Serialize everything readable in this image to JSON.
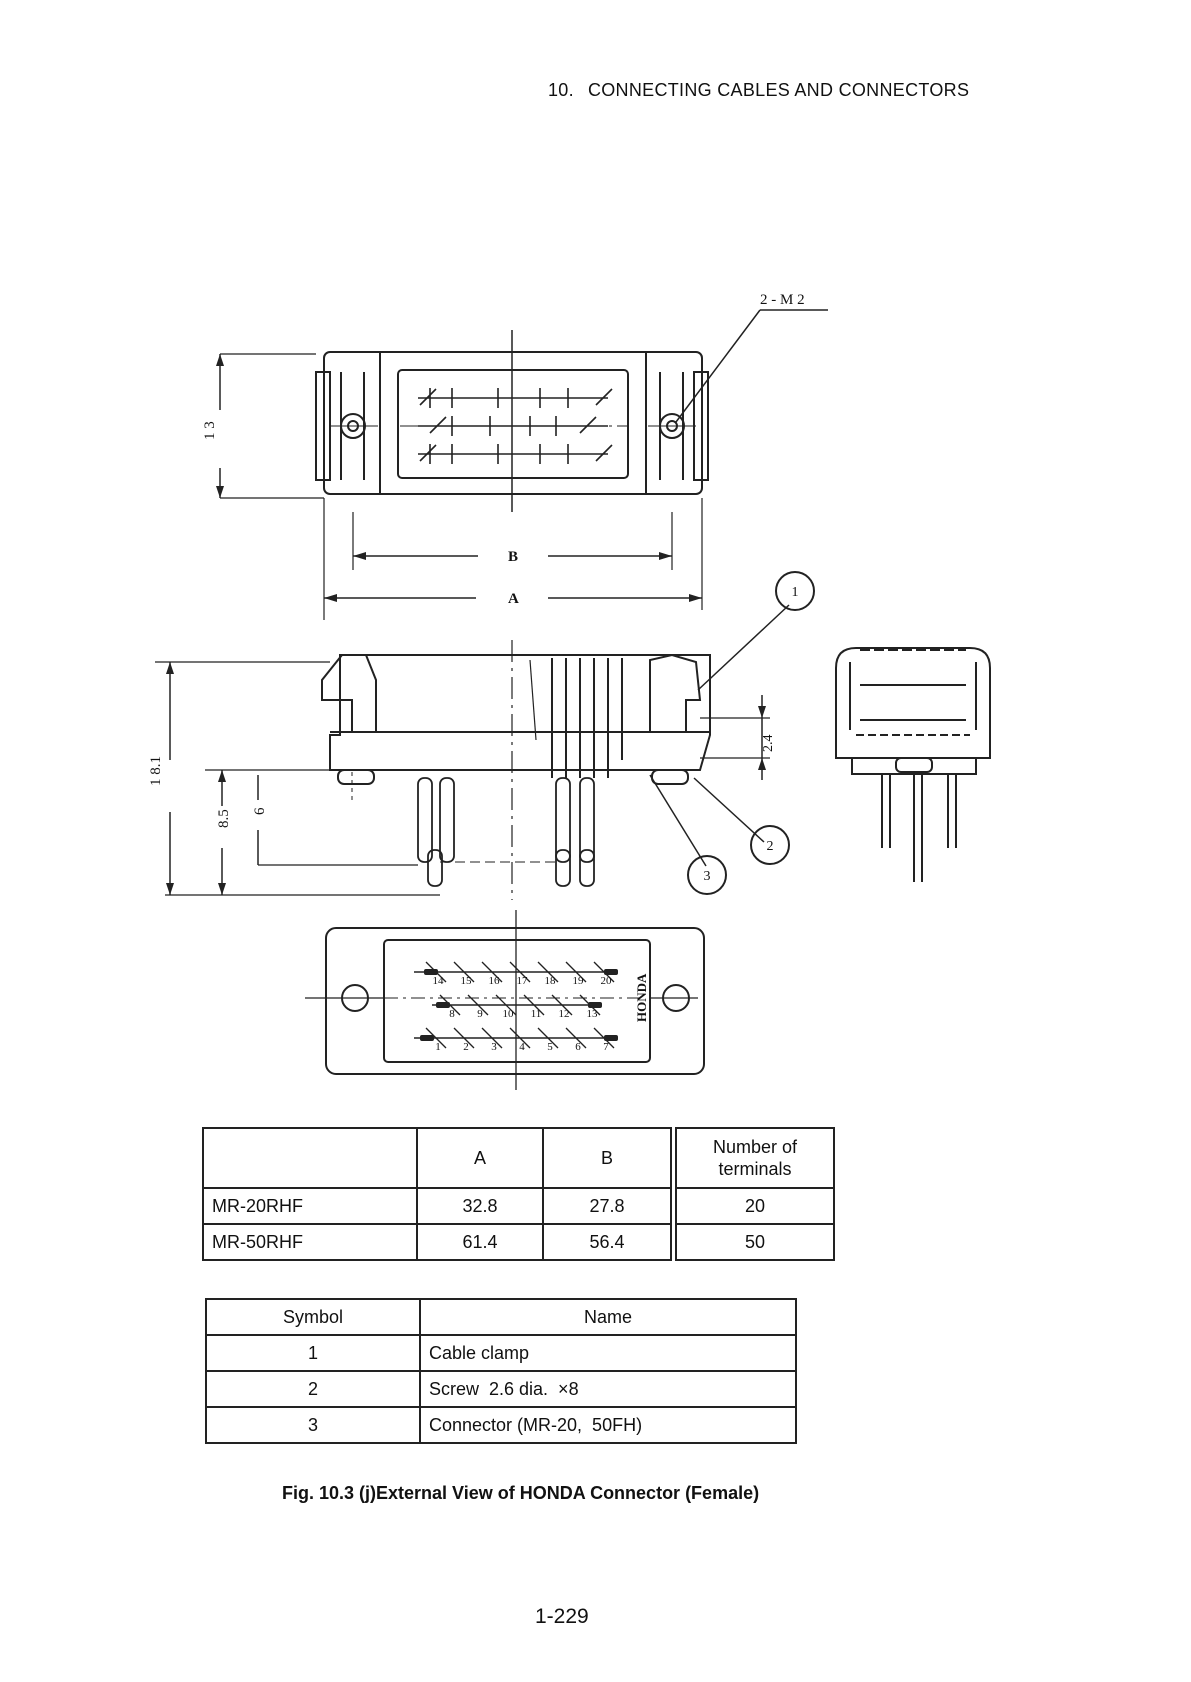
{
  "header": {
    "section_number": "10.",
    "section_title": "CONNECTING CABLES AND CONNECTORS"
  },
  "drawing": {
    "labels": {
      "screw_spec": "2 - M 2",
      "height_13": "1 3",
      "dim_b": "B",
      "dim_a": "A",
      "height_18_1": "1 8.1",
      "height_8_5": "8.5",
      "height_6": "6",
      "height_2_4": "2.4",
      "brand": "HONDA"
    },
    "callouts": [
      "1",
      "2",
      "3"
    ],
    "pin_numbers": {
      "row_top": [
        "14",
        "15",
        "16",
        "17",
        "18",
        "19",
        "20"
      ],
      "row_mid": [
        "8",
        "9",
        "10",
        "11",
        "12",
        "13"
      ],
      "row_bottom": [
        "1",
        "2",
        "3",
        "4",
        "5",
        "6",
        "7"
      ]
    }
  },
  "dimension_table": {
    "header": [
      "",
      "A",
      "B",
      "Number of terminals"
    ],
    "rows": [
      {
        "model": "MR-20RHF",
        "a": "32.8",
        "b": "27.8",
        "terminals": "20"
      },
      {
        "model": "MR-50RHF",
        "a": "61.4",
        "b": "56.4",
        "terminals": "50"
      }
    ]
  },
  "symbol_table": {
    "header": {
      "symbol": "Symbol",
      "name": "Name"
    },
    "rows": [
      {
        "symbol": "1",
        "name": "Cable clamp"
      },
      {
        "symbol": "2",
        "name": "Screw  2.6 dia.  ×8"
      },
      {
        "symbol": "3",
        "name": "Connector (MR-20,  50FH)"
      }
    ]
  },
  "caption": "Fig. 10.3 (j)External View of HONDA Connector (Female)",
  "page_number": "1-229"
}
